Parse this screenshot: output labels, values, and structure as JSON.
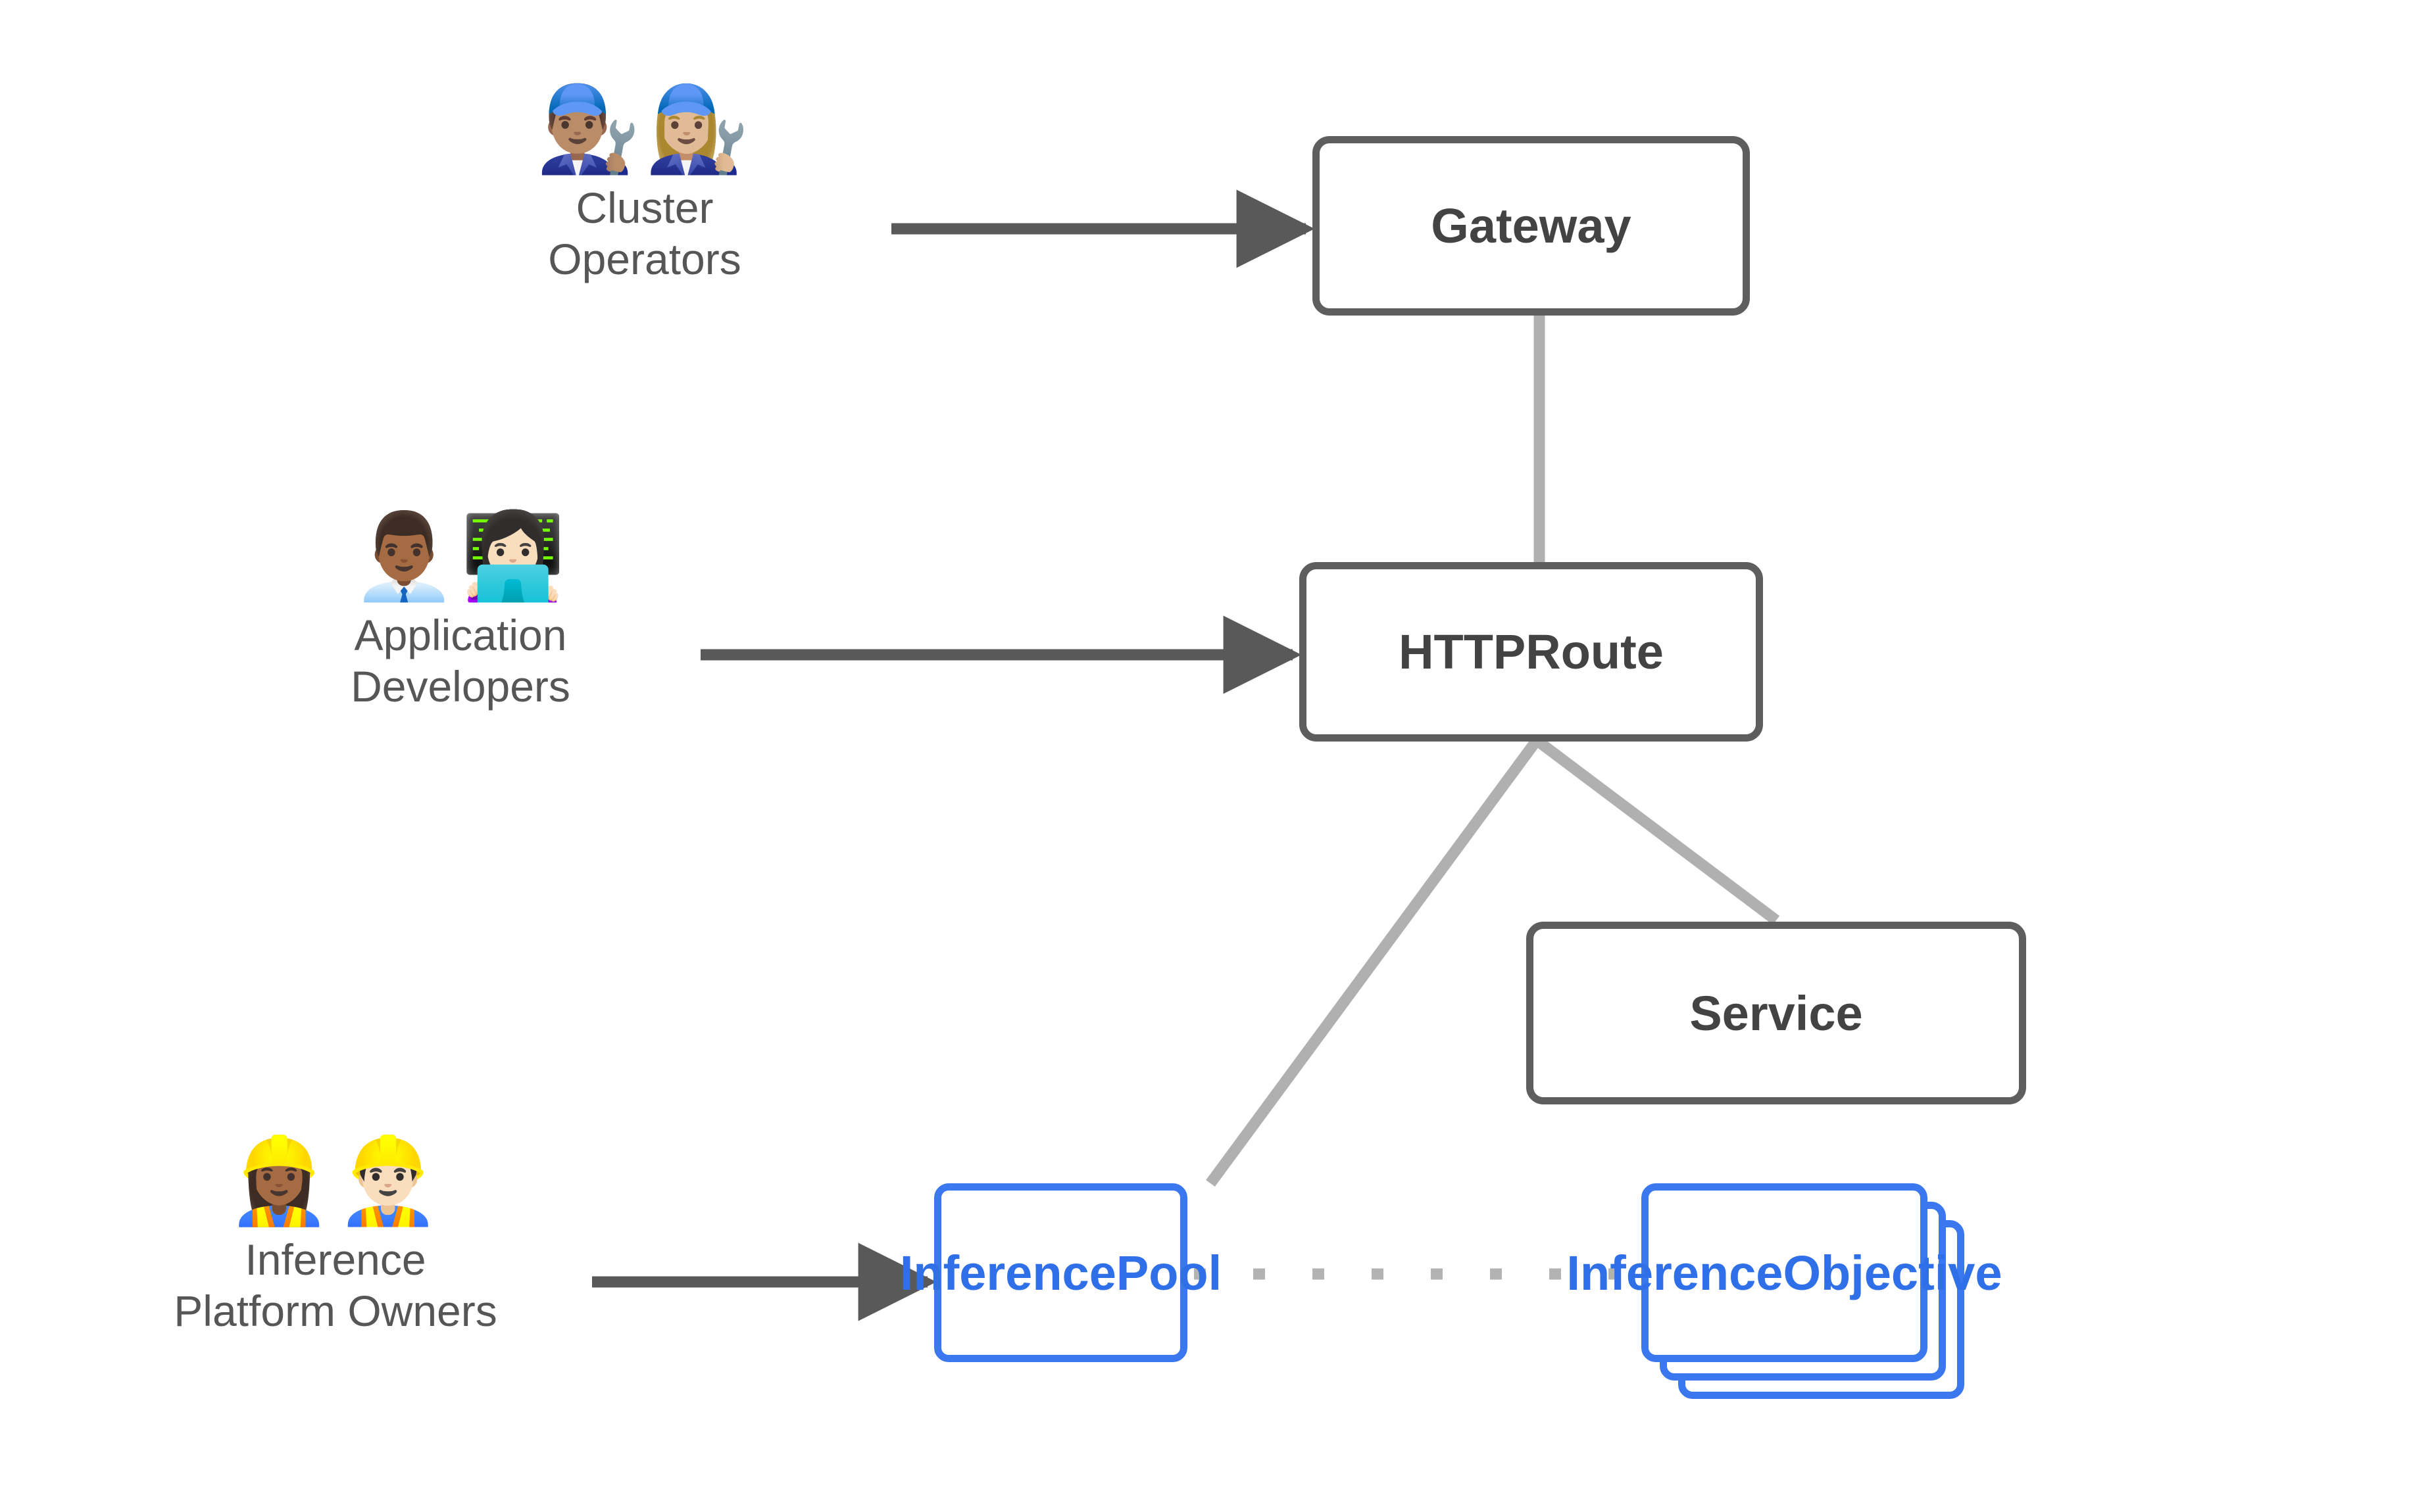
{
  "diagram": {
    "title": "Gateway API Inference Extension personas and resources",
    "background_color": "#ffffff",
    "colors": {
      "node_border": "#5e5e5e",
      "node_text": "#434343",
      "accent_border": "#3b78f0",
      "accent_text": "#2f6fe8",
      "persona_text": "#565656",
      "arrow": "#595959",
      "connector": "#b0b0b0",
      "dotted_connector": "#b3b3b3"
    }
  },
  "personas": [
    {
      "id": "cluster-operators",
      "label": "Cluster\nOperators",
      "emoji": "👨🏽‍🔧👩🏼‍🔧",
      "emoji_names": "man-mechanic-icon woman-mechanic-icon",
      "target": "Gateway"
    },
    {
      "id": "application-developers",
      "label": "Application\nDevelopers",
      "emoji": "👨🏾‍💼👩🏻‍💻",
      "emoji_names": "man-office-worker-icon woman-technologist-icon",
      "target": "HTTPRoute"
    },
    {
      "id": "inference-platform-owners",
      "label": "Inference\nPlatform Owners",
      "emoji": "👷🏾‍♀️👷🏻‍♂️",
      "emoji_names": "woman-construction-worker-icon man-construction-worker-icon",
      "target": "InferencePool"
    }
  ],
  "nodes": [
    {
      "id": "gateway",
      "label": "Gateway",
      "style": "default"
    },
    {
      "id": "httproute",
      "label": "HTTPRoute",
      "style": "default"
    },
    {
      "id": "service",
      "label": "Service",
      "style": "default"
    },
    {
      "id": "inferencepool",
      "label": "InferencePool",
      "style": "accent"
    },
    {
      "id": "inferenceobjective",
      "label": "InferenceObjective",
      "style": "accent-stack",
      "stack_count": 3
    }
  ],
  "edges": [
    {
      "from": "cluster-operators",
      "to": "gateway",
      "type": "arrow"
    },
    {
      "from": "application-developers",
      "to": "httproute",
      "type": "arrow"
    },
    {
      "from": "inference-platform-owners",
      "to": "inferencepool",
      "type": "arrow"
    },
    {
      "from": "gateway",
      "to": "httproute",
      "type": "line"
    },
    {
      "from": "httproute",
      "to": "inferencepool",
      "type": "line"
    },
    {
      "from": "httproute",
      "to": "service",
      "type": "line"
    },
    {
      "from": "inferencepool",
      "to": "inferenceobjective",
      "type": "dotted"
    }
  ]
}
